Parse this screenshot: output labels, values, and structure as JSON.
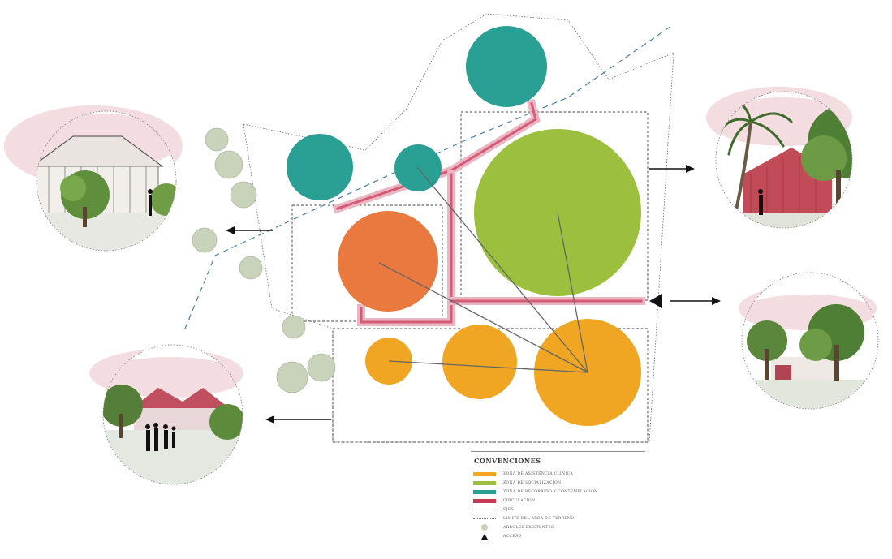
{
  "colors": {
    "teal": "#2a9f94",
    "green": "#9cc03e",
    "orange": "#e9793f",
    "yellow": "#f0a622",
    "circulation": "#d45a76",
    "circulation_light": "#eab6c3",
    "link": "#666666",
    "boundary": "#555555",
    "topo": "#4a7fa6",
    "tree": "#c3ccb5",
    "pink_cloud": "#f3dde0"
  },
  "legend": {
    "title": "CONVENCIONES",
    "items": [
      {
        "type": "swatch",
        "color": "#f0a622",
        "label": "ZONA DE ASISTENCIA CLINICA"
      },
      {
        "type": "swatch",
        "color": "#9cc03e",
        "label": "ZONA DE SOCIALIZACION"
      },
      {
        "type": "swatch",
        "color": "#2a9f94",
        "label": "ZONA DE RECORRIDO Y CONTEMPLACION"
      },
      {
        "type": "swatch",
        "color": "#c63a55",
        "label": "CIRCULACION"
      },
      {
        "type": "line-solid",
        "label": "EJES"
      },
      {
        "type": "line-dotted",
        "label": "LIMITE DEL AREA DE TERRENO"
      },
      {
        "type": "tree",
        "label": "ARBOLES EXISTENTES"
      },
      {
        "type": "triangle",
        "label": "ACCESO"
      }
    ]
  },
  "zones": [
    {
      "name": "zona-teal-top",
      "zone": "contemplacion"
    },
    {
      "name": "zona-teal-left",
      "zone": "contemplacion"
    },
    {
      "name": "zona-teal-small",
      "zone": "contemplacion"
    },
    {
      "name": "zona-green-large",
      "zone": "socializacion"
    },
    {
      "name": "zona-orange",
      "zone": "asistencia"
    },
    {
      "name": "zona-yellow-small",
      "zone": "asistencia"
    },
    {
      "name": "zona-yellow-medium",
      "zone": "asistencia"
    },
    {
      "name": "zona-yellow-large",
      "zone": "asistencia"
    }
  ],
  "vignettes": [
    {
      "name": "vignette-pavilion",
      "scene": "pavilion"
    },
    {
      "name": "vignette-palm-house",
      "scene": "palm-house"
    },
    {
      "name": "vignette-red-roofs",
      "scene": "red-roofs"
    },
    {
      "name": "vignette-garden",
      "scene": "garden"
    }
  ]
}
